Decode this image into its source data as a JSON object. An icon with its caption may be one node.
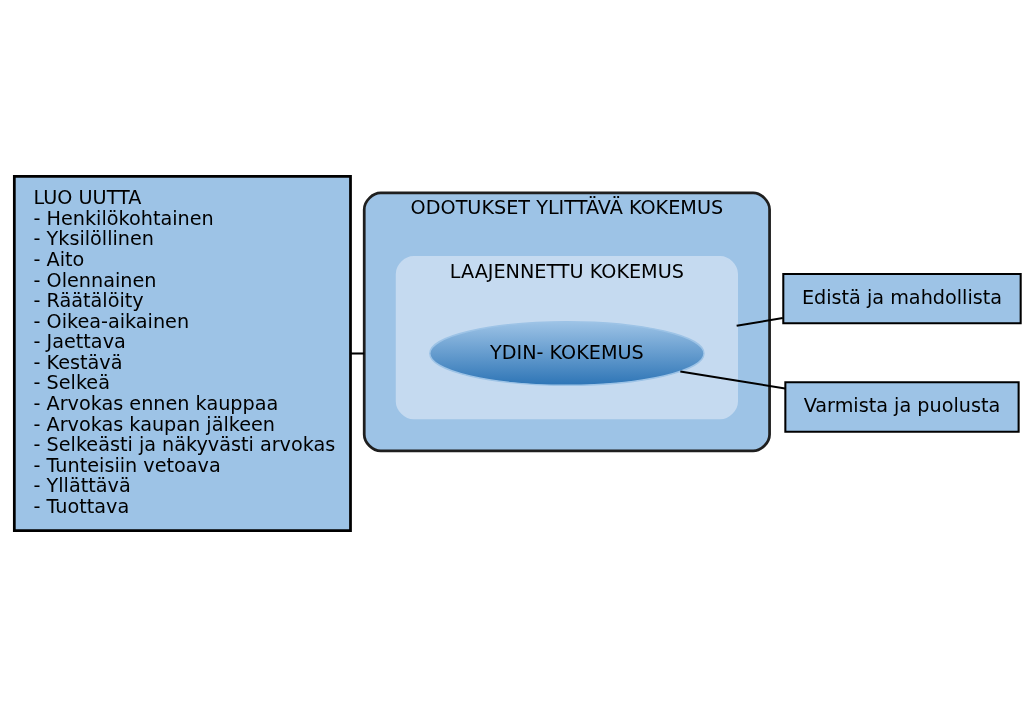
{
  "diagram": {
    "nodes": [
      {
        "text": [
          "LUO UUTTA",
          "- Henkilökohtainen",
          "- Yksilöllinen",
          "- Aito",
          "- Olennainen",
          "- Räätälöity",
          "- Oikea-aikainen",
          "- Jaettava",
          "- Kestävä",
          "- Selkeä",
          "- Arvokas ennen kauppaa",
          "- Arvokas kaupan jälkeen",
          "- Selkeästi ja näkyvästi arvokas",
          "- Tunteisiin vetoava",
          "- Yllättävä",
          "- Tuottava"
        ]
      },
      {
        "text": [
          "ODOTUKSET YLITTÄVÄ KOKEMUS"
        ]
      },
      {
        "text": [
          "LAAJENNETTU KOKEMUS"
        ],
        "in": 1
      },
      {
        "text": [
          "YDIN- KOKEMUS"
        ],
        "in": 2
      },
      {
        "text": [
          "Edistä ja mahdollista"
        ]
      },
      {
        "text": [
          "Varmista ja puolusta"
        ]
      }
    ],
    "edges": [
      {
        "from": 0,
        "to": 1,
        "arrow": "none"
      },
      {
        "from": 2,
        "to": 4,
        "arrow": "none"
      },
      {
        "from": 3,
        "to": 5,
        "arrow": "none"
      }
    ]
  }
}
